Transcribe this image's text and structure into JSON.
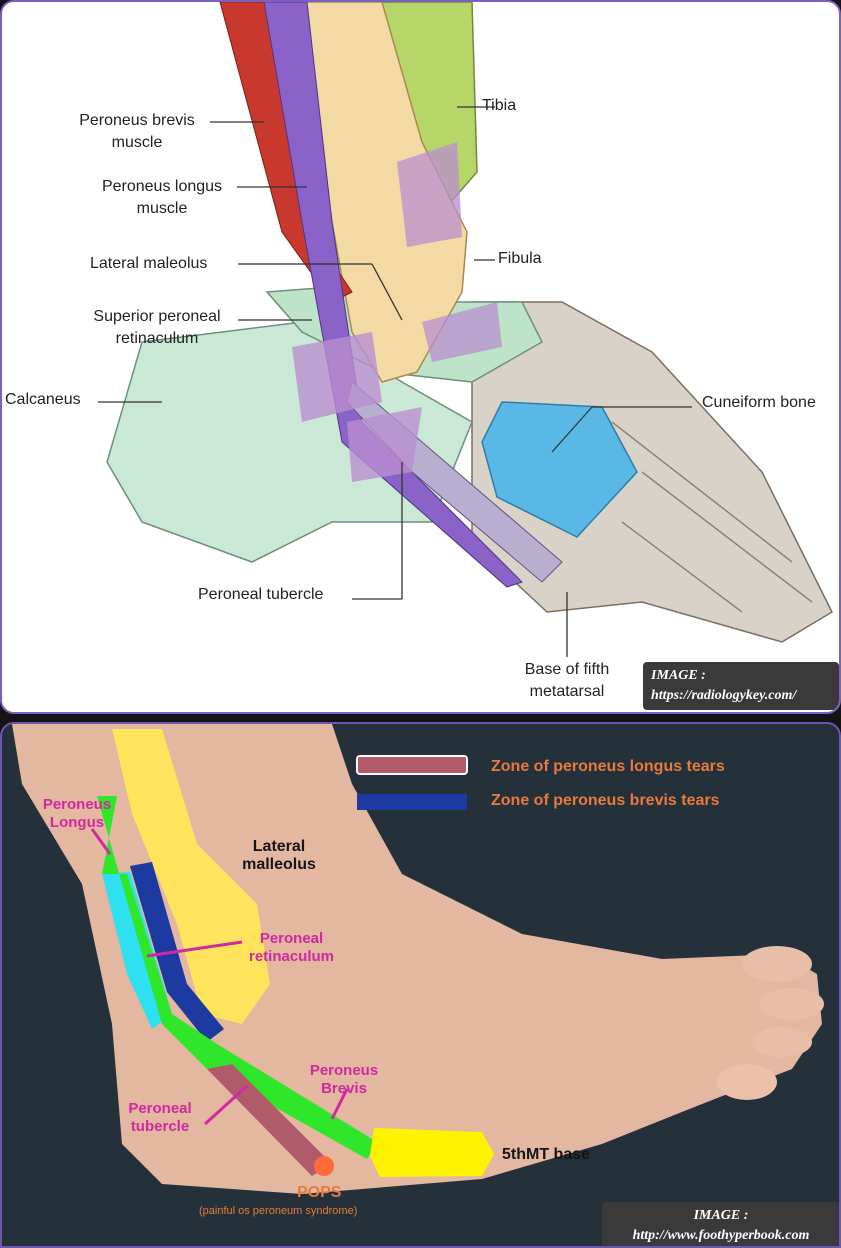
{
  "top_diagram": {
    "labels": {
      "peroneus_brevis_muscle": "Peroneus brevis\nmuscle",
      "peroneus_longus_muscle": "Peroneus longus\nmuscle",
      "lateral_maleolus": "Lateral maleolus",
      "superior_peroneal_retinaculum": "Superior peroneal\nretinaculum",
      "calcaneus": "Calcaneus",
      "tibia": "Tibia",
      "fibula": "Fibula",
      "cuneiform_bone": "Cuneiform bone",
      "peroneal_tubercle": "Peroneal tubercle",
      "base_of_fifth_metatarsal": "Base of fifth\nmetatarsal"
    },
    "credit": "IMAGE :\nhttps://radiologykey.com/",
    "colors": {
      "brevis_muscle": "#c8382e",
      "longus_tendon": "#8a62c8",
      "tibia": "#b6d66a",
      "fibula": "#f3d9a4",
      "calcaneus": "#c9e8d5",
      "cuneiform": "#5ab8e6",
      "retinaculum": "#b98fcf",
      "metatarsal": "#d9d2c8"
    }
  },
  "bottom_diagram": {
    "legend": [
      {
        "label": "Zone of peroneus longus tears",
        "color": "#b05a6a"
      },
      {
        "label": "Zone of peroneus brevis tears",
        "color": "#1c3aa0"
      }
    ],
    "labels": {
      "peroneus_longus": "Peroneus\nLongus",
      "lateral_malleolus": "Lateral\nmalleolus",
      "peroneal_retinaculum": "Peroneal\nretinaculum",
      "peroneus_brevis": "Peroneus\nBrevis",
      "peroneal_tubercle": "Peroneal\ntubercle",
      "fifth_mt_base": "5thMT base",
      "pops": "POPS",
      "pops_full": "(painful os peroneum syndrome)"
    },
    "credit": "IMAGE :\nhttp://www.foothyperbook.com",
    "colors": {
      "skin": "#e3b7a0",
      "malleolus": "#ffe55a",
      "longus_zone": "#b05a6a",
      "brevis_zone": "#1c3aa0",
      "retinaculum_zone": "#2fe0f0",
      "brevis_tendon": "#2fe62a",
      "mt_base": "#fff200",
      "label_pink": "#d02aa0"
    }
  }
}
